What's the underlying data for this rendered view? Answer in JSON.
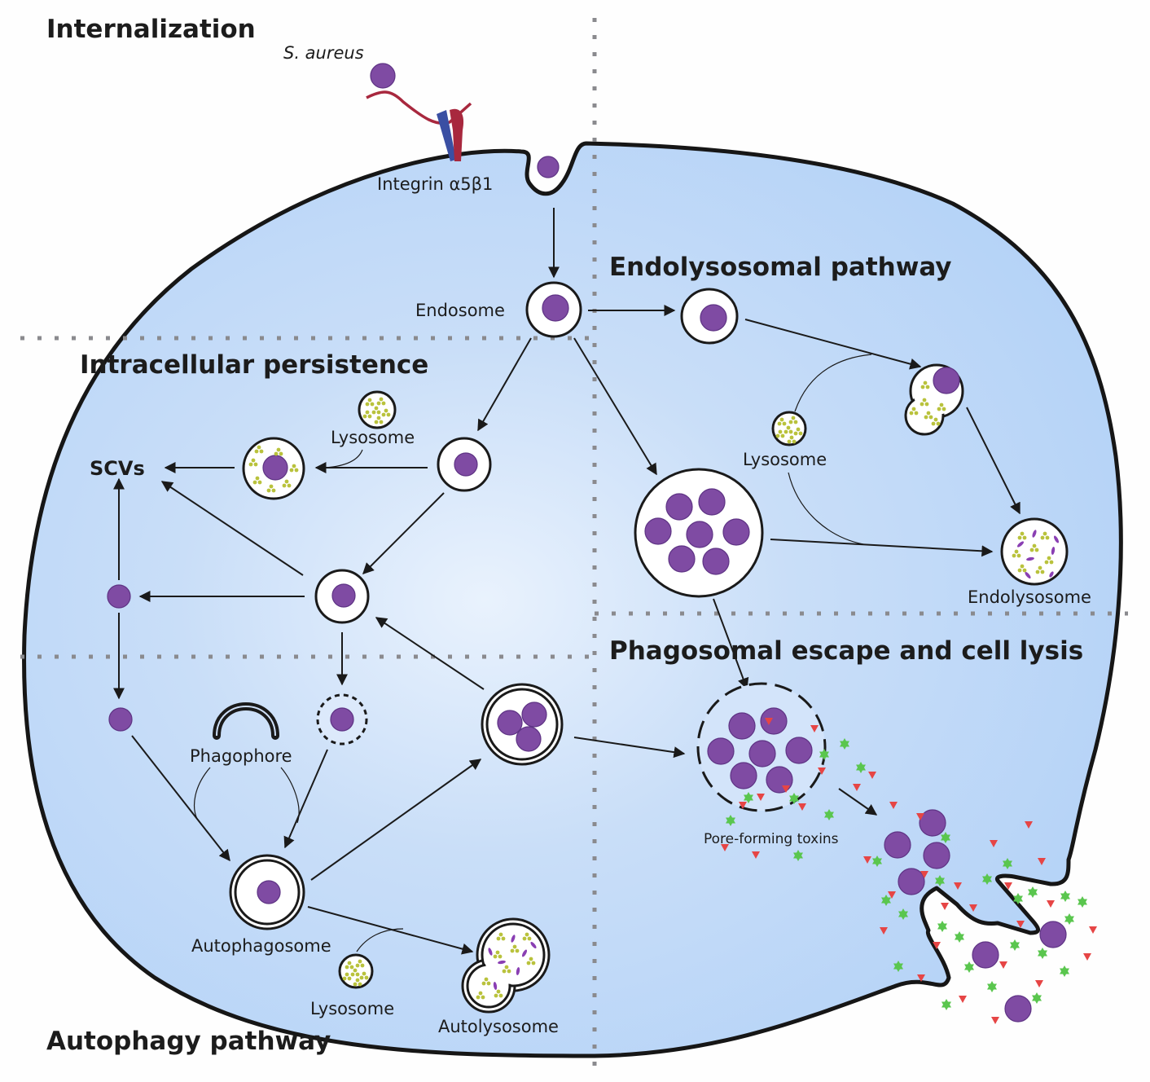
{
  "figure": {
    "sections": {
      "internalization": "Internalization",
      "endolysosomal": "Endolysosomal pathway",
      "persistence": "Intracellular persistence",
      "phagosomal_escape": "Phagosomal escape and cell lysis",
      "autophagy": "Autophagy pathway"
    },
    "labels": {
      "bacterium": "S. aureus",
      "receptor": "Integrin α5β1",
      "endosome": "Endosome",
      "lysosome_persistence": "Lysosome",
      "scvs": "SCVs",
      "lysosome_endo": "Lysosome",
      "endolysosome": "Endolysosome",
      "phagophore": "Phagophore",
      "autophagosome": "Autophagosome",
      "lysosome_auto": "Lysosome",
      "autolysosome": "Autolysosome",
      "toxins": "Pore-forming toxins"
    },
    "colors": {
      "cytoplasm": "#b9d6f8",
      "bacterium": "#7f4ba3",
      "integrin_alpha": "#3a4fa3",
      "integrin_beta": "#a8283e",
      "lysosome_enzyme": "#b9c23c",
      "toxin_red": "#e64545",
      "toxin_green": "#5ac64e",
      "divider": "#8a8a8e"
    }
  }
}
